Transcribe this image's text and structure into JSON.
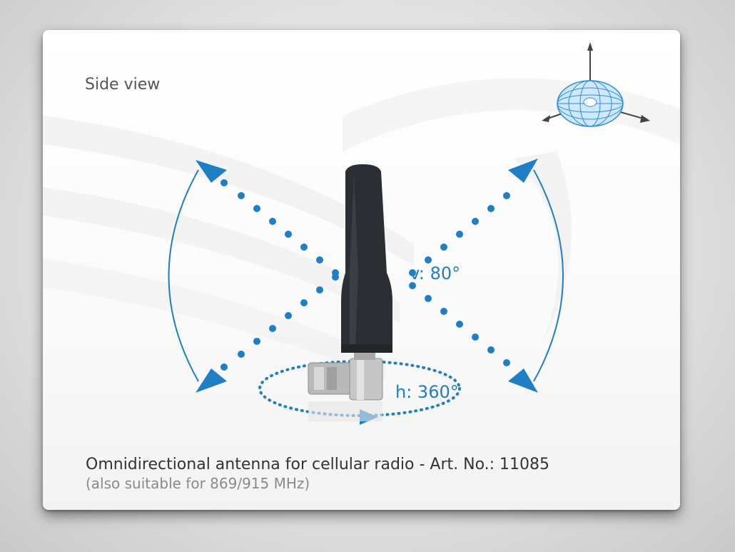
{
  "caption": {
    "view": "Side view"
  },
  "labels": {
    "vertical": "v: 80°",
    "horizontal": "h: 360°"
  },
  "footer": {
    "title": "Omnidirectional antenna for cellular radio - Art. No.: 11085",
    "subtitle": "(also suitable for 869/915 MHz)"
  },
  "colors": {
    "accent": "#1e7fc4",
    "antenna": "#2b2f33",
    "connector": "#b9b9b9"
  },
  "icons": {
    "radiation_pattern": "radiation-pattern-icon"
  }
}
